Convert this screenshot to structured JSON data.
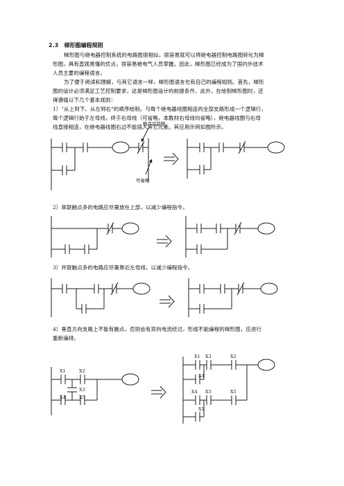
{
  "section": {
    "number": "2.3",
    "title": "梯形图编程规则"
  },
  "paragraphs": {
    "p1_l1": "梯形图与继电器控制系统的电路图很相似，很容易就可以将继电器控制电路图转化为梯",
    "p1_l2": "形图，具有直观易懂的优点，很容易被电气人员掌握。因此，梯形图已经成为了国内外技术",
    "p1_l3": "人员主要的编程语言。",
    "p2_l1": "为了便于阅读和理解，与其它语言一样，梯形图语言也有自己的编程规则。首先，梯形",
    "p2_l2": "图的设计必须满足工艺控制要求，这是梯形图设计的前提条件。此外，在绘制梯形图时，还",
    "p2_l3": "得遵循以下几个基本规则："
  },
  "rules": {
    "r1_l1": "1）\"从上到下、从左到右\"的顺序绘制。与每个继电器线圈相连的全部支路形成一个逻辑行，",
    "r1_l2": "每个逻辑行始于左母线，终于右母线（可省略，本教材右母线均省略），继电器线圈与右母",
    "r1_l3": "线直接相连，在继电器线圈右边不能插入其它元素。其应用示例如图所示。",
    "r2": "2）串联触点多的电路应尽量放在上部，以减少编程指令。",
    "r3": "3）并联触点多的电路应尽量靠近左母线，以减少编程指令。",
    "r4_l1": "4）垂直方向支路上不能有触点，否则会有双向电流经过，形成不能编程的梯形图，应进行",
    "r4_l2": "重新编排。"
  },
  "annotations": {
    "contact_move": "触点应前移",
    "can_omit": "可省略"
  },
  "contact_labels": {
    "x1": "X1",
    "x2": "X2",
    "x3": "X3",
    "x4": "X4",
    "x5": "X5"
  },
  "icons": {
    "transform_arrow": "double-line-right-arrow",
    "coil": "circle-coil",
    "no_contact": "normally-open-contact",
    "nc_contact": "normally-closed-contact"
  }
}
